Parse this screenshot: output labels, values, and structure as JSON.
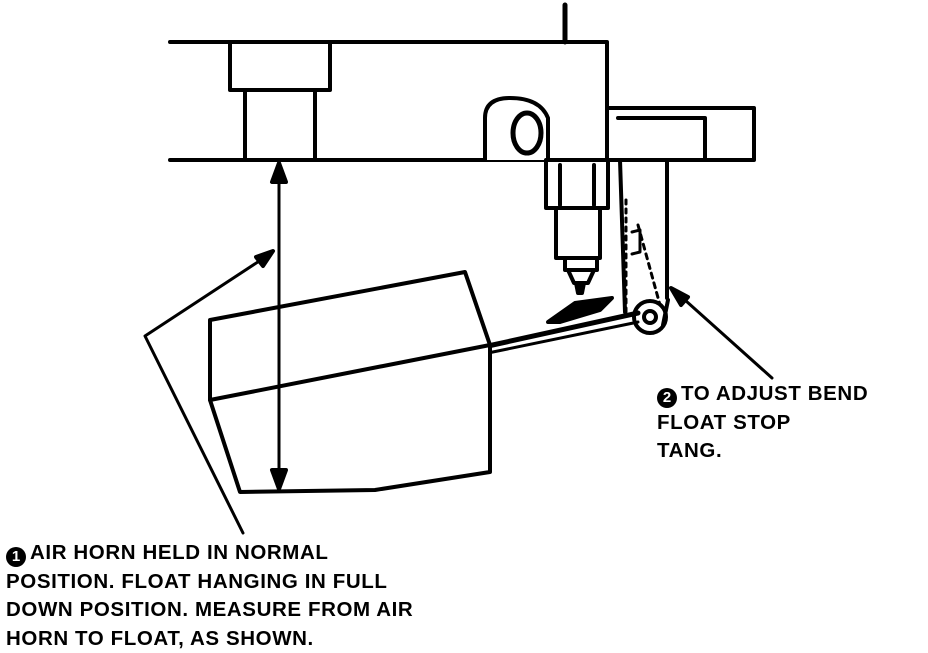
{
  "callouts": [
    {
      "number": "1",
      "lines": [
        "AIR HORN HELD IN NORMAL",
        "POSITION. FLOAT HANGING IN FULL",
        "DOWN POSITION. MEASURE FROM AIR",
        "HORN TO FLOAT, AS SHOWN."
      ]
    },
    {
      "number": "2",
      "lines": [
        "TO ADJUST BEND",
        "FLOAT STOP",
        "TANG."
      ]
    }
  ],
  "colors": {
    "ink": "#000000",
    "paper": "#ffffff"
  }
}
